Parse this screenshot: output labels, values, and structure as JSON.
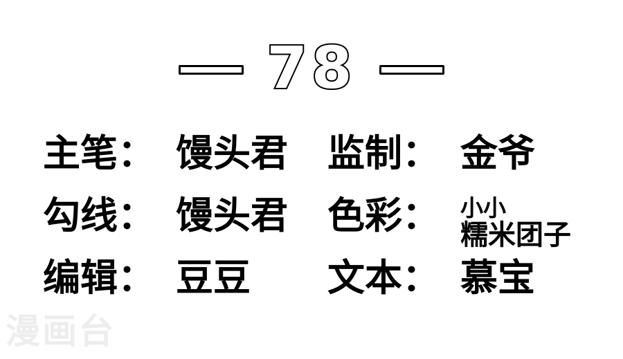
{
  "page": {
    "background_color": "#ffffff",
    "text_color": "#000000",
    "outline_color": "#ffffff"
  },
  "header": {
    "left_dash": "—",
    "chapter_number": "78",
    "right_dash": "—"
  },
  "credits": {
    "rows": [
      {
        "left": {
          "label": "主笔：",
          "value": "馒头君",
          "value_lines": [
            "馒头君"
          ]
        },
        "right": {
          "label": "监制：",
          "value": "金爷",
          "value_lines": [
            "金爷"
          ]
        }
      },
      {
        "left": {
          "label": "勾线：",
          "value": "馒头君",
          "value_lines": [
            "馒头君"
          ]
        },
        "right": {
          "label": "色彩：",
          "value": "小小 糯米团子",
          "value_lines": [
            "小小",
            "糯米团子"
          ]
        }
      },
      {
        "left": {
          "label": "编辑：",
          "value": "豆豆",
          "value_lines": [
            "豆豆"
          ]
        },
        "right": {
          "label": "文本：",
          "value": "慕宝",
          "value_lines": [
            "慕宝"
          ]
        }
      }
    ]
  },
  "watermark": {
    "text": "漫画台",
    "color": "#ededed"
  }
}
